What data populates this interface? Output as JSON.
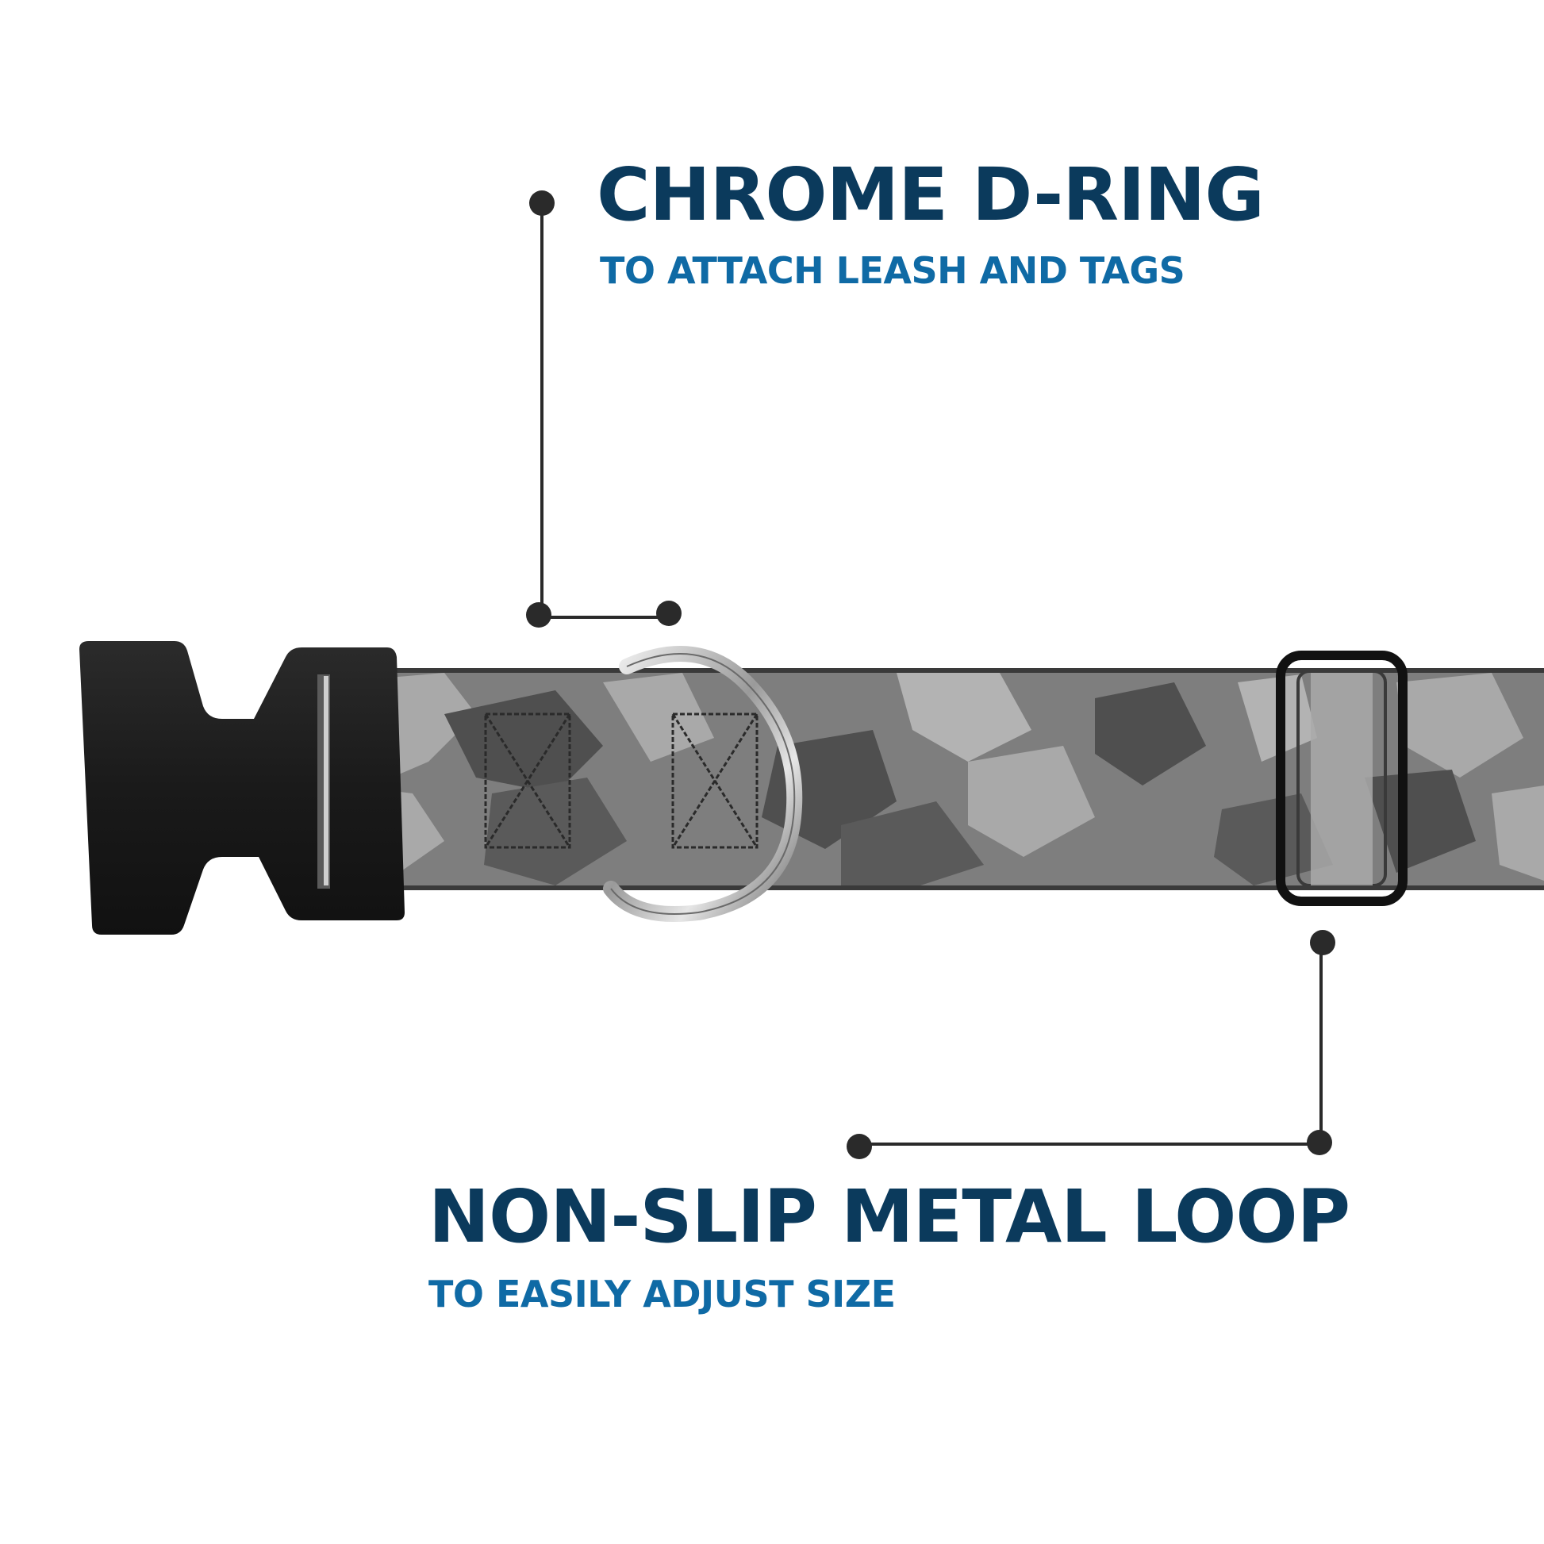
{
  "colors": {
    "title": "#0b3a5c",
    "subtitle": "#0f6aa5",
    "leader": "#2a2a2a",
    "buckle": "#1c1c1c",
    "strap_light": "#a9a9a9",
    "strap_mid": "#7e7e7e",
    "strap_dark": "#4f4f4f",
    "chrome": "#c9c9c9"
  },
  "callouts": {
    "d_ring": {
      "title": "CHROME D-RING",
      "subtitle": "TO ATTACH LEASH AND TAGS"
    },
    "metal_loop": {
      "title": "NON-SLIP METAL LOOP",
      "subtitle": "TO EASILY ADJUST SIZE"
    }
  },
  "icons": {
    "buckle": "side-release-buckle-icon",
    "d_ring": "d-ring-icon",
    "loop": "slide-loop-icon"
  }
}
